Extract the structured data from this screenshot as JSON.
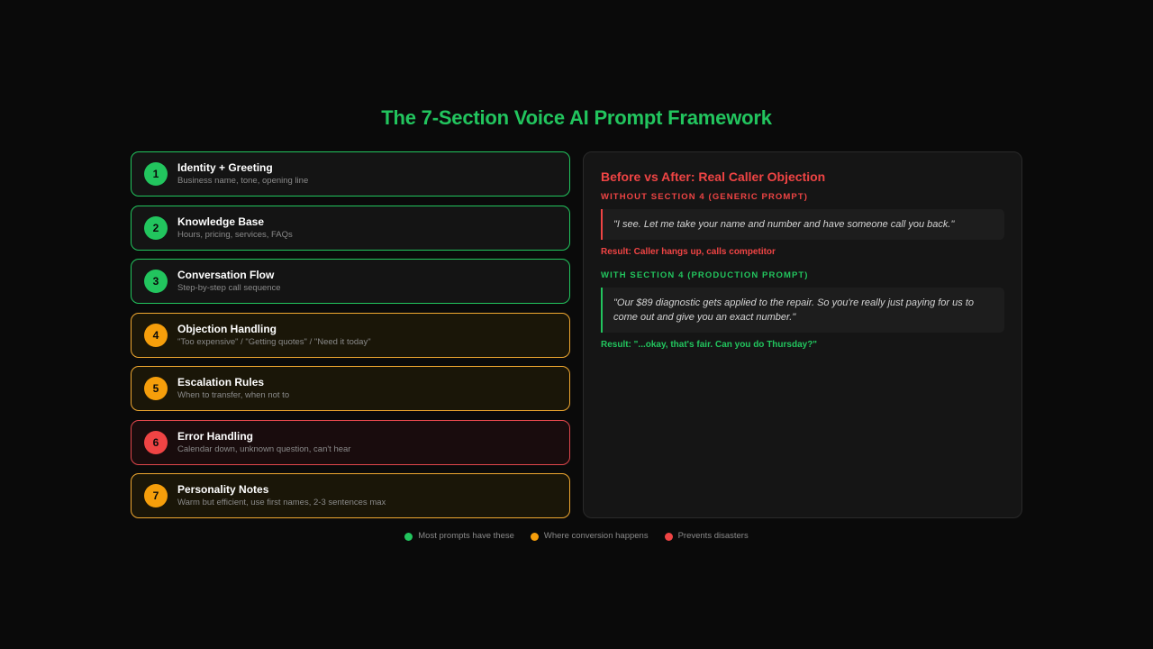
{
  "title": "The 7-Section Voice AI Prompt Framework",
  "colors": {
    "green": "#22c55e",
    "orange": "#f59e0b",
    "red": "#ef4444",
    "background": "#0a0a0a"
  },
  "sections": [
    {
      "number": "1",
      "title": "Identity + Greeting",
      "description": "Business name, tone, opening line",
      "category": "green"
    },
    {
      "number": "2",
      "title": "Knowledge Base",
      "description": "Hours, pricing, services, FAQs",
      "category": "green"
    },
    {
      "number": "3",
      "title": "Conversation Flow",
      "description": "Step-by-step call sequence",
      "category": "green"
    },
    {
      "number": "4",
      "title": "Objection Handling",
      "description": "\"Too expensive\" / \"Getting quotes\" / \"Need it today\"",
      "category": "orange"
    },
    {
      "number": "5",
      "title": "Escalation Rules",
      "description": "When to transfer, when not to",
      "category": "orange"
    },
    {
      "number": "6",
      "title": "Error Handling",
      "description": "Calendar down, unknown question, can't hear",
      "category": "red"
    },
    {
      "number": "7",
      "title": "Personality Notes",
      "description": "Warm but efficient, use first names, 2-3 sentences max",
      "category": "orange"
    }
  ],
  "comparison": {
    "title": "Before vs After: Real Caller Objection",
    "without": {
      "label": "WITHOUT SECTION 4 (GENERIC PROMPT)",
      "quote": "\"I see. Let me take your name and number and have someone call you back.\"",
      "result": "Result: Caller hangs up, calls competitor"
    },
    "with": {
      "label": "WITH SECTION 4 (PRODUCTION PROMPT)",
      "quote": "\"Our $89 diagnostic gets applied to the repair. So you're really just paying for us to come out and give you an exact number.\"",
      "result": "Result: \"...okay, that's fair. Can you do Thursday?\""
    }
  },
  "legend": [
    {
      "label": "Most prompts have these",
      "color": "#22c55e"
    },
    {
      "label": "Where conversion happens",
      "color": "#f59e0b"
    },
    {
      "label": "Prevents disasters",
      "color": "#ef4444"
    }
  ]
}
